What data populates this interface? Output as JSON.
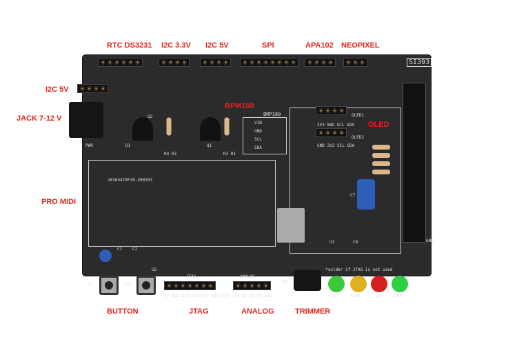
{
  "labels": {
    "rtc": "RTC DS3231",
    "i2c33": "I2C 3.3V",
    "i2c5": "I2C  5V",
    "spi": "SPI",
    "apa102": "APA102",
    "neopixel": "NEOPIXEL",
    "i2c5left": "I2C 5V",
    "jack": "JACK 7-12 V",
    "promidi": "PRO MIDI",
    "bpm": "BPM180",
    "oled": "OLED",
    "button": "BUTTON",
    "jtag": "JTAG",
    "analog": "ANALOG",
    "trimmer": "TRIMMER"
  },
  "silk": {
    "board_id": "SI393",
    "bmp_pins": [
      "VIN",
      "GND",
      "SCL",
      "SDA"
    ],
    "bmp": "BMP180",
    "oled1": "OLED1",
    "oled2": "OLED2",
    "oled1_pins": [
      "3V3",
      "GND",
      "SCL",
      "SDA"
    ],
    "oled2_pins": [
      "GND",
      "3V3",
      "SCL",
      "SDA"
    ],
    "jtag": "JTAG",
    "jtag_pins": "5V GND D20 D18 RST D21 D19",
    "analog": "ANALOG",
    "analog_pins": "A3 A2 A1 5V GND",
    "solder_note": "*solder if JTAG is not used",
    "leds": [
      "*LD1",
      "*LD2",
      "LD3",
      "LD4"
    ],
    "pwr": "PWR",
    "gnd": "GND",
    "chip": "26364470F30-300283",
    "refs": {
      "q2": "Q2",
      "q1": "Q1",
      "r4r3": "R4 R3",
      "r2r1": "R2 R1",
      "d1": "D1",
      "u1": "U1",
      "u2": "U2",
      "r5": "R5",
      "c7": "C7",
      "c8": "C8",
      "p1": "P1",
      "p2": "P2",
      "c1": "C1",
      "c2": "C2"
    }
  },
  "colors": {
    "label": "#e0241b",
    "board": "#2b2b2d"
  }
}
